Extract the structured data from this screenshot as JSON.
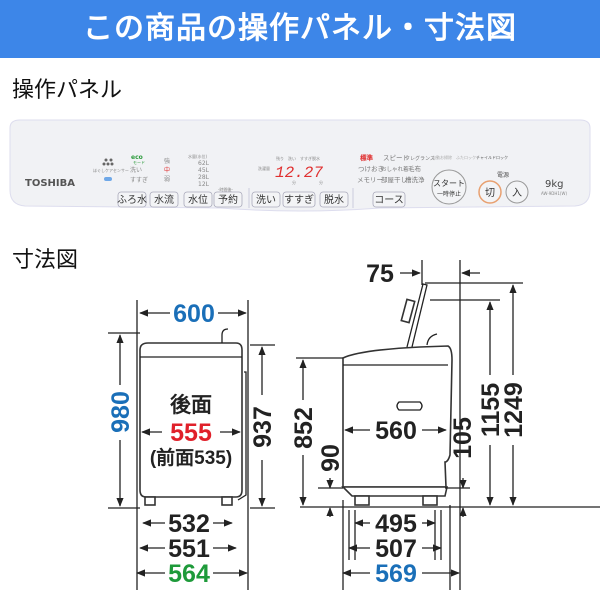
{
  "header": {
    "title": "この商品の操作パネル・寸法図"
  },
  "panel_section": {
    "title": "操作パネル"
  },
  "panel": {
    "brand": "TOSHIBA",
    "sensor_label": "ほぐしケアセンサー",
    "eco_label": "eco",
    "eco_sub": "モード",
    "wash_modes": [
      "洗い",
      "すすぎ"
    ],
    "flow_levels": [
      "強",
      "中",
      "弱"
    ],
    "water_header": "水量(水位)",
    "water_levels": [
      "62L",
      "45L",
      "28L",
      "12L"
    ],
    "reserve_label": "-時間後-",
    "wash_time_label": "洗濯量",
    "display_value": "12.27",
    "display_labels": [
      "残り",
      "洗い",
      "すすぎ",
      "脱水"
    ],
    "display_units": [
      "分",
      "分"
    ],
    "courses": [
      "標準",
      "スピード",
      "フレグランス",
      "つけおき",
      "おしゃれ着",
      "毛布",
      "メモリー",
      "部屋干し",
      "槽洗浄"
    ],
    "options": [
      "自動お掃除",
      "ふたロック",
      "チャイルドロック"
    ],
    "buttons": {
      "bath_water": "ふろ水",
      "flow": "水流",
      "level": "水位",
      "reserve": "予約",
      "wash": "洗い",
      "rinse": "すすぎ",
      "spin": "脱水",
      "course": "コース",
      "start": "スタート",
      "pause": "一時停止",
      "off": "切",
      "on": "入"
    },
    "power_label": "電源",
    "capacity": "9kg",
    "model": "AW-9DH1(W)"
  },
  "dimension_section": {
    "title": "寸法図"
  },
  "front_view": {
    "width": "600",
    "height": "980",
    "height_body": "937",
    "back_label": "後面",
    "back_width": "555",
    "front_width_note": "(前面535)",
    "foot_inner": "532",
    "foot_outer": "551",
    "base_width": "564"
  },
  "side_view": {
    "lid_offset": "75",
    "height_lid_open": "1249",
    "height_to_hose": "1155",
    "height_front": "852",
    "foot_height": "90",
    "rear_clearance": "105",
    "depth_body": "560",
    "foot_inner": "495",
    "foot_outer": "507",
    "depth_total": "569"
  },
  "colors": {
    "header": "#3d86e8",
    "blue_dim": "#1a6fb8",
    "red_dim": "#e0202a",
    "green_dim": "#1e9a3a",
    "display_red": "#e03030"
  }
}
